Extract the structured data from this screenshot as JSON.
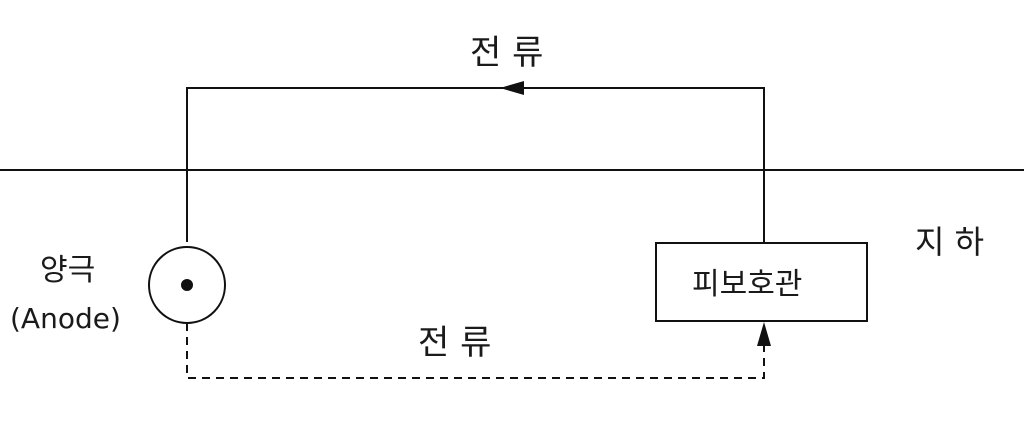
{
  "labels": {
    "current_top": "전 류",
    "current_bottom": "전 류",
    "underground": "지 하",
    "anode_ko": "양극",
    "anode_en": "(Anode)",
    "protected_pipe": "피보호관"
  },
  "colors": {
    "line": "#111111",
    "background": "#ffffff"
  }
}
